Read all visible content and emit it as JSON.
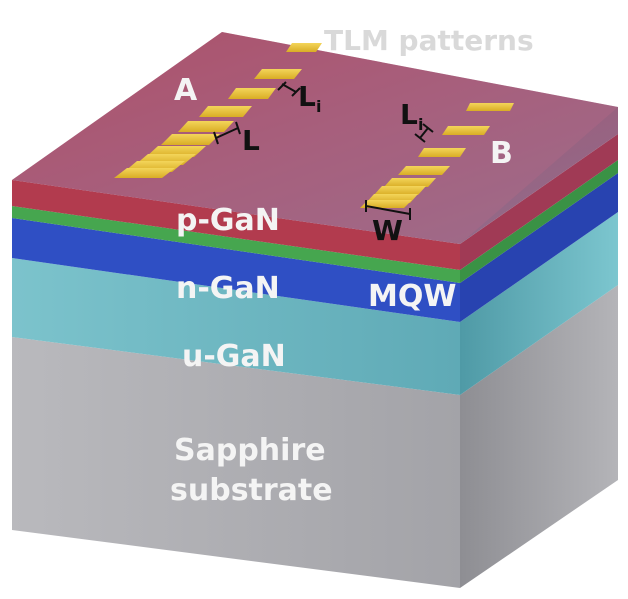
{
  "labels": {
    "title": "TLM patterns",
    "pattern_a": "A",
    "pattern_b": "B",
    "spacing_a": "L",
    "spacing_a_sub": "i",
    "spacing_b": "L",
    "spacing_b_sub": "i",
    "length": "L",
    "width": "W",
    "p_gan": "p-GaN",
    "mqw": "MQW",
    "n_gan": "n-GaN",
    "u_gan": "u-GaN",
    "substrate_line1": "Sapphire",
    "substrate_line2": "substrate"
  },
  "layers": [
    {
      "name": "p-GaN",
      "color": "#b04a5e"
    },
    {
      "name": "MQW",
      "color": "#3fa34d"
    },
    {
      "name": "n-GaN",
      "color": "#2f4fc4"
    },
    {
      "name": "u-GaN",
      "color": "#6fb9c4"
    },
    {
      "name": "Sapphire substrate",
      "color": "#a8a8ae"
    }
  ],
  "pad_color": "#e8c33a"
}
